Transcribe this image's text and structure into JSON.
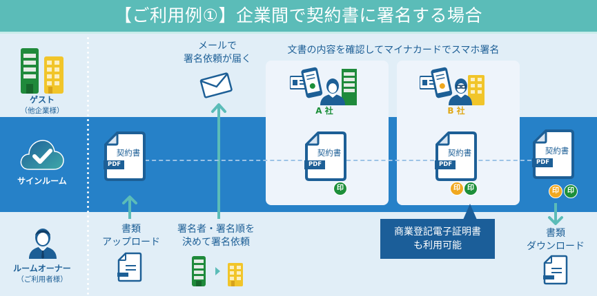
{
  "title": "【ご利用例①】企業間で契約書に署名する場合",
  "colors": {
    "title_bg": "#5bbcb8",
    "mid_band": "#2681c8",
    "light_band": "#e1eef7",
    "navy": "#1d5f96",
    "green": "#1d8f3a",
    "yellow": "#f0c020",
    "arrow_teal": "#5bbcb8"
  },
  "lanes": {
    "guest": {
      "title": "ゲスト",
      "subtitle": "（他企業様）",
      "icon": "buildings-icon"
    },
    "signroom": {
      "title": "サインルーム",
      "icon": "cloud-check-icon"
    },
    "owner": {
      "title": "ルームオーナー",
      "subtitle": "（ご利用者様）",
      "icon": "businessman-icon"
    }
  },
  "mail_notice": {
    "line1": "メールで",
    "line2": "署名依頼が届く",
    "icon": "envelope-icon"
  },
  "sign_header": "文書の内容を確認してマイナカードでスマホ署名",
  "companies": [
    {
      "label": "A 社",
      "color": "#1d8f3a"
    },
    {
      "label": "B 社",
      "color": "#e0a818"
    }
  ],
  "document": {
    "label": "契約書",
    "tag": "PDF",
    "icon": "pdf-document-icon"
  },
  "seal_char": "印",
  "steps": {
    "upload": {
      "line1": "書類",
      "line2": "アップロード"
    },
    "request": {
      "line1": "署名者・署名順を",
      "line2": "決めて署名依頼"
    },
    "download": {
      "line1": "書類",
      "line2": "ダウンロード"
    }
  },
  "callout": {
    "line1": "商業登記電子証明書",
    "line2": "も利用可能"
  }
}
